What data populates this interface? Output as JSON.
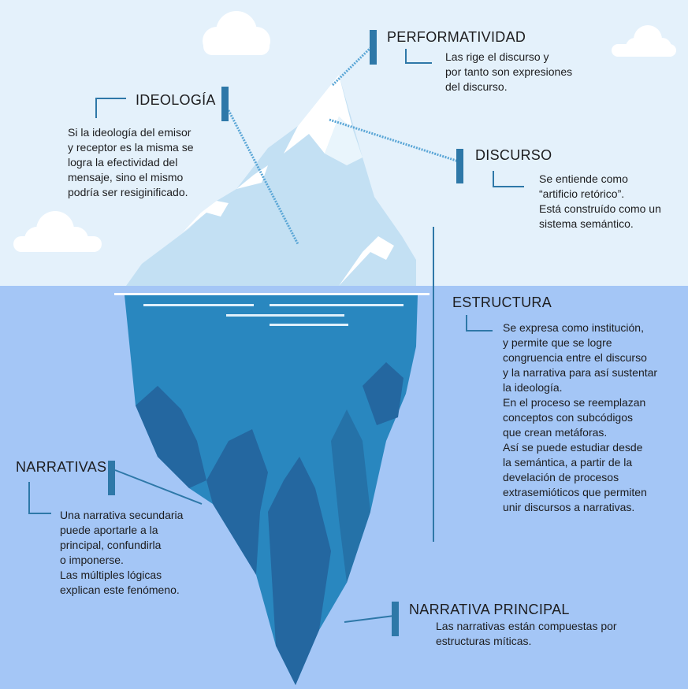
{
  "colors": {
    "sky": "#e4f1fb",
    "water": "#a4c6f6",
    "accent": "#2e78a8",
    "ice_light": "#c3e0f3",
    "ice_white": "#ffffff",
    "ice_deep": "#2987bf",
    "ice_shadow": "#2467a0"
  },
  "sections": {
    "performatividad": {
      "title": "PERFORMATIVIDAD",
      "text": "Las rige el discurso y\npor tanto son expresiones\ndel discurso."
    },
    "ideologia": {
      "title": "IDEOLOGÍA",
      "text": "Si la ideología del emisor\n y receptor es la misma se\nlogra la efectividad del\nmensaje, sino el mismo\npodría ser resiginificado."
    },
    "discurso": {
      "title": "DISCURSO",
      "text": "Se entiende como\n“artificio retórico”.\nEstá construído como un\nsistema semántico."
    },
    "estructura": {
      "title": "ESTRUCTURA",
      "text": "Se expresa como institución,\ny permite que se logre\ncongruencia entre el discurso\ny la narrativa para así sustentar\nla ideología.\nEn el proceso se reemplazan\nconceptos con subcódigos\nque crean metáforas.\nAsí se puede estudiar desde\nla semántica, a partir de la\ndevelación de procesos\nextrasemióticos que permiten\nunir discursos a narrativas."
    },
    "narrativas": {
      "title": "NARRATIVAS",
      "text": "Una narrativa secundaria\n puede aportarle a la\nprincipal, confundirla\no imponerse.\nLas múltiples lógicas\nexplican este fenómeno."
    },
    "narrativa_principal": {
      "title": "NARRATIVA PRINCIPAL",
      "text": "Las narrativas están compuestas por\nestructuras míticas."
    }
  }
}
